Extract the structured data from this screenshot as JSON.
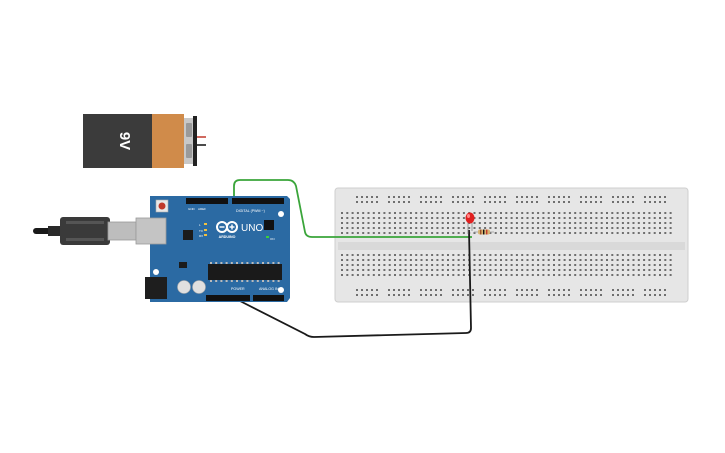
{
  "battery": {
    "label": "9V"
  },
  "arduino": {
    "brand": "ARDUINO",
    "model": "UNO",
    "digital_label": "DIGITAL (PWM ~)",
    "power_label": "POWER",
    "analog_label": "ANALOG IN",
    "aref_label": "AREF",
    "gnd_label": "GND",
    "rx_label": "RX",
    "tx_label": "TX",
    "on_label": "ON",
    "l_label": "L"
  },
  "colors": {
    "board": "#2b6aa3",
    "board_dark": "#1f4f7d",
    "breadboard": "#e6e6e6",
    "breadboard_edge": "#cfcfcf",
    "wire_green": "#3aa53a",
    "wire_black": "#1a1a1a",
    "led": "#e02020",
    "battery_body": "#3b3b3b",
    "battery_band": "#d08b4a"
  },
  "icons": [
    "usb-cable-icon",
    "battery-icon",
    "led-icon",
    "resistor-icon",
    "arduino-logo-icon"
  ]
}
